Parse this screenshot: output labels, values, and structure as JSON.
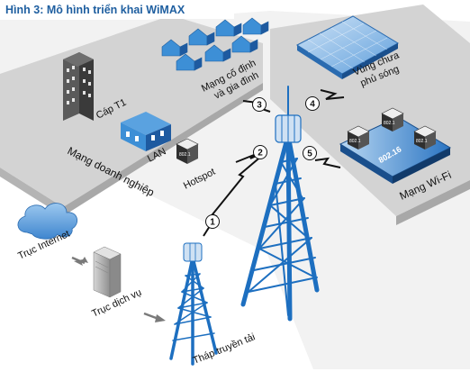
{
  "title": "Hình 3: Mô hình triển khai WiMAX",
  "labels": {
    "cap_t1": "Cáp T1",
    "lan": "LAN",
    "hotspot": "Hotspot",
    "mang_doanh_nghiep": "Mạng doanh nghiệp",
    "mang_co_dinh_1": "Mạng cố định",
    "mang_co_dinh_2": "và gia đình",
    "vung_chua_1": "Vùng chưa",
    "vung_chua_2": "phủ sóng",
    "mang_wifi": "Mạng Wi-Fi",
    "wifi_box": "802.16",
    "truc_internet": "Trục Internet",
    "truc_dich_vu": "Trục dịch vụ",
    "thap_truyen_tai": "Tháp truyền tải",
    "router_label": "802.1"
  },
  "links": [
    "1",
    "2",
    "3",
    "4",
    "5"
  ],
  "colors": {
    "title": "#1f5fa0",
    "platform": "#c9c9c9",
    "tower": "#1d6fc0",
    "building_blue": "#3d8fd6",
    "building_dark": "#4a4a4a",
    "cloud": "#6aa9e0",
    "server": "#b8b8b8"
  },
  "icons": [
    "office-building-icon",
    "lan-building-icon",
    "hotspot-router-icon",
    "house-icon",
    "map-icon",
    "wifi-router-icon",
    "cloud-icon",
    "server-icon",
    "tower-icon",
    "lightning-icon"
  ]
}
